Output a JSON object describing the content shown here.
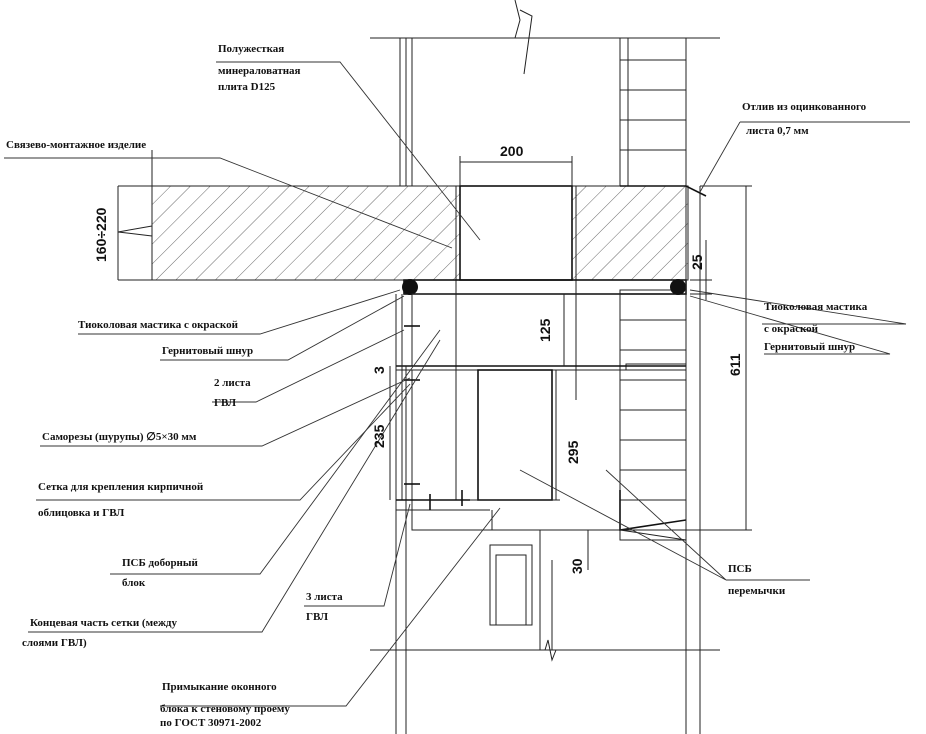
{
  "labels": {
    "mineral_wool": [
      "Полужесткая",
      "минераловатная",
      "плита D125"
    ],
    "mount_part": [
      "Связево-монтажное изделие"
    ],
    "flashing": [
      "Отлив из оцинкованного",
      "листа 0,7 мм"
    ],
    "thiokol_left": [
      "Тиоколовая мастика с окраской"
    ],
    "gernit_left": [
      "Гернитовый шнур"
    ],
    "gvl2": [
      "2 листа",
      "ГВЛ"
    ],
    "screws": [
      "Саморезы (шурупы) ∅5×30 мм"
    ],
    "mesh": [
      "Сетка для крепления кирпичной",
      "облицовка и ГВЛ"
    ],
    "psb_block": [
      "ПСБ доборный",
      "блок"
    ],
    "mesh_end": [
      "Концевая часть сетки (между",
      "слоями ГВЛ)"
    ],
    "gvl3": [
      "3 листа",
      "ГВЛ"
    ],
    "window_joint": [
      "Примыкание оконного",
      "блока к стеновому проему",
      "по ГОСТ 30971-2002"
    ],
    "thiokol_right": [
      "Тиоколовая мастика",
      "с окраской"
    ],
    "gernit_right": [
      "Гернитовый шнур"
    ],
    "psb_lintel": [
      "ПСБ",
      "перемычки"
    ]
  },
  "dimensions": {
    "d200": "200",
    "d160_220": "160÷220",
    "d25": "25",
    "d125": "125",
    "d611": "611",
    "d3": "3",
    "d235": "235",
    "d295": "295",
    "d30": "30"
  }
}
